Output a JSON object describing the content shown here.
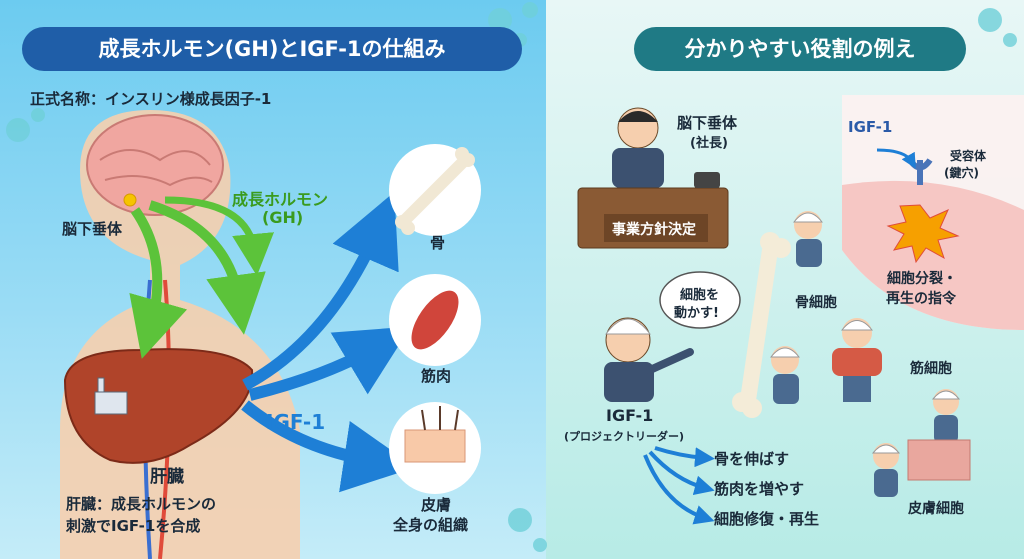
{
  "left": {
    "title": "成長ホルモン(GH)とIGF-1の仕組み",
    "formal_name": "正式名称：インスリン様成長因子-1",
    "pituitary_label": "脳下垂体",
    "gh_label_line1": "成長ホルモン",
    "gh_label_line2": "(GH)",
    "liver_label": "肝臓",
    "liver_caption_line1": "肝臓：成長ホルモンの",
    "liver_caption_line2": "刺激でIGF-1を合成",
    "igf_label": "IGF-1",
    "targets": {
      "bone": "骨",
      "muscle": "筋肉",
      "skin_line1": "皮膚",
      "skin_line2": "全身の組織"
    }
  },
  "right": {
    "title": "分かりやすい役割の例え",
    "president_line1": "脳下垂体",
    "president_line2": "(社長)",
    "desk_sign": "事業方針決定",
    "speech_line1": "細胞を",
    "speech_line2": "動かす!",
    "leader_line1": "IGF-1",
    "leader_line2": "(プロジェクトリーダー)",
    "bone_cell": "骨細胞",
    "muscle_cell": "筋細胞",
    "skin_cell": "皮膚細胞",
    "actions": [
      "骨を伸ばす",
      "筋肉を増やす",
      "細胞修復・再生"
    ],
    "receptor": {
      "igf": "IGF-1",
      "receptor_line1": "受容体",
      "receptor_line2": "(鍵穴)",
      "signal_line1": "細胞分裂・",
      "signal_line2": "再生の指令"
    }
  },
  "colors": {
    "title_left_bg": "#1f5ea8",
    "title_right_bg": "#1f7a85",
    "gh_arrow": "#5cc33a",
    "igf_arrow": "#1e7fd6",
    "liver": "#b0442a",
    "brain": "#f0a6a0"
  }
}
